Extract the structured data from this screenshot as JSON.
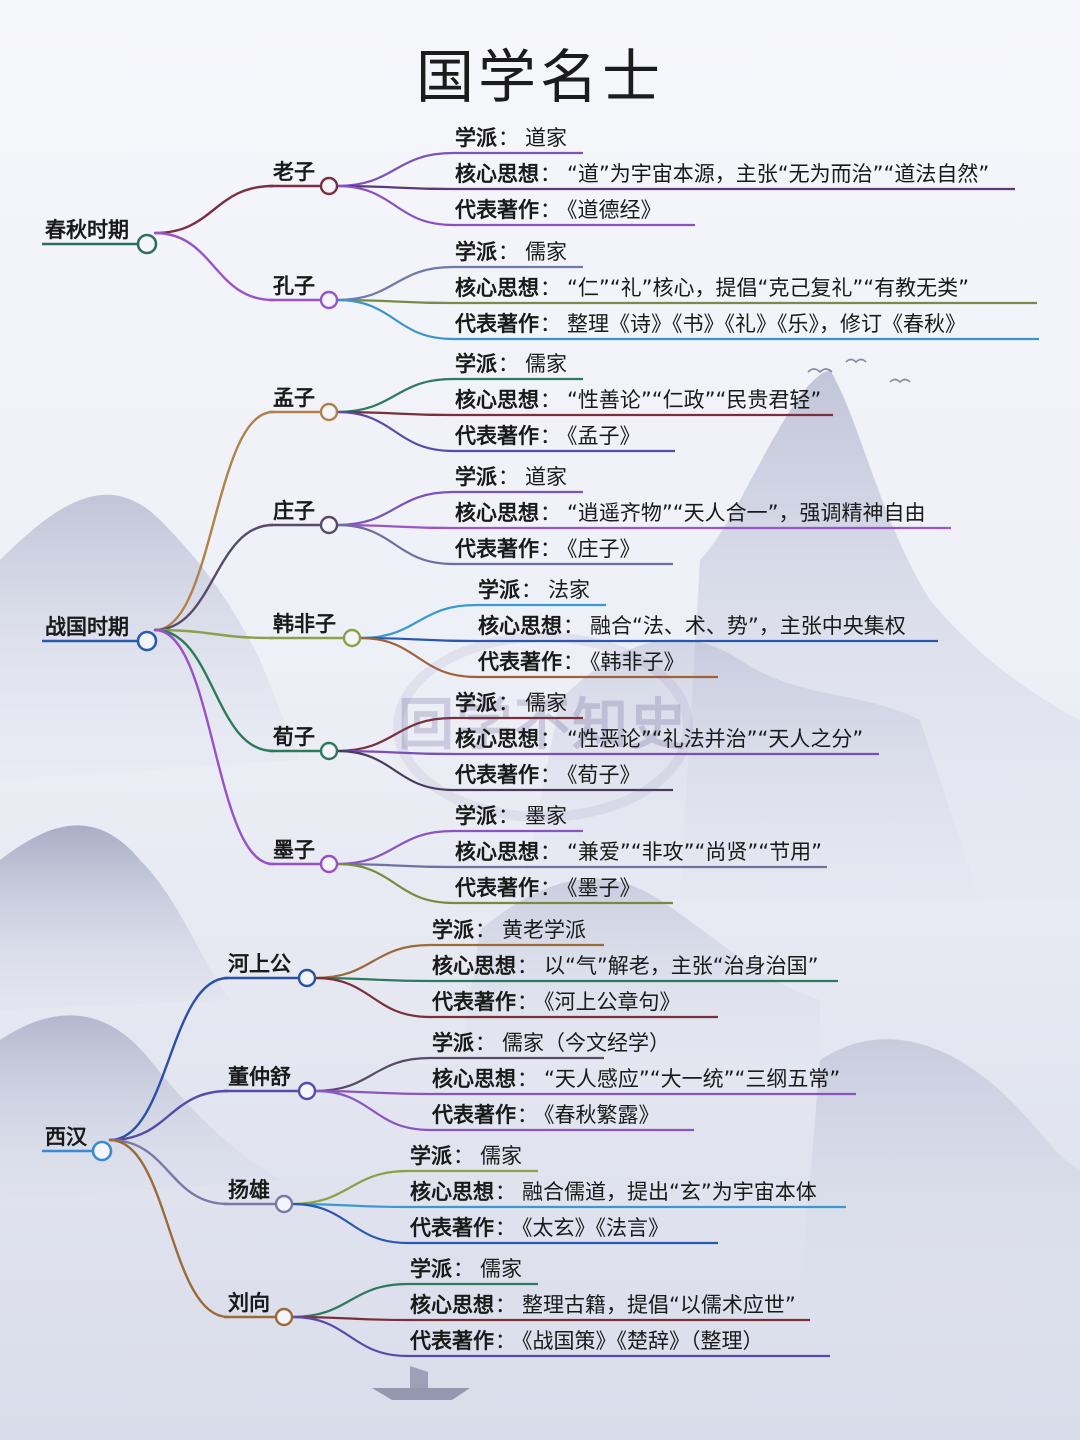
{
  "title": "国学名士",
  "labels": {
    "school": "学派",
    "thought": "核心思想",
    "works": "代表著作",
    "sep": "："
  },
  "eras": [
    {
      "name": "春秋时期",
      "color": "#2d6e5f",
      "people": [
        {
          "name": "老子",
          "school": "道家",
          "thought": "“道”为宇宙本源，主张“无为而治”“道法自然”",
          "works": "《道德经》",
          "branch": "#7a3040",
          "colors": [
            "#7a55b8",
            "#5a3a7a",
            "#8a4fc0"
          ]
        },
        {
          "name": "孔子",
          "school": "儒家",
          "thought": "“仁”“礼”核心，提倡“克己复礼”“有教无类”",
          "works": "整理《诗》《书》《礼》《乐》，修订《春秋》",
          "branch": "#9a52c8",
          "colors": [
            "#6e7aa8",
            "#7a8a4a",
            "#3a96c8"
          ]
        }
      ]
    },
    {
      "name": "战国时期",
      "color": "#2a5ab0",
      "people": [
        {
          "name": "孟子",
          "school": "儒家",
          "thought": "“性善论”“仁政”“民贵君轻”",
          "works": "《孟子》",
          "branch": "#b0824a",
          "colors": [
            "#2d7a60",
            "#7a2f3a",
            "#5a4aa8"
          ]
        },
        {
          "name": "庄子",
          "school": "道家",
          "thought": "“逍遥齐物”“天人合一”，强调精神自由",
          "works": "《庄子》",
          "branch": "#5a4a6a",
          "colors": [
            "#7a55b8",
            "#9a55c8",
            "#6a6ea0"
          ]
        },
        {
          "name": "韩非子",
          "school": "法家",
          "thought": "融合“法、术、势”，主张中央集权",
          "works": "《韩非子》",
          "branch": "#8aa04a",
          "colors": [
            "#3a9ad0",
            "#2a58b0",
            "#a0603a"
          ]
        },
        {
          "name": "荀子",
          "school": "儒家",
          "thought": "“性恶论”“礼法并治”“天人之分”",
          "works": "《荀子》",
          "branch": "#2d7a58",
          "colors": [
            "#7a2f3a",
            "#7a50b8",
            "#4a3a5a"
          ]
        },
        {
          "name": "墨子",
          "school": "墨家",
          "thought": "“兼爱”“非攻”“尚贤”“节用”",
          "works": "《墨子》",
          "branch": "#9a50c8",
          "colors": [
            "#8a55c0",
            "#6e72a0",
            "#7a8a3a"
          ]
        }
      ]
    },
    {
      "name": "西汉",
      "color": "#3a8ad0",
      "people": [
        {
          "name": "河上公",
          "school": "黄老学派",
          "thought": "以“气”解老，主张“治身治国”",
          "works": "《河上公章句》",
          "branch": "#2a50a8",
          "colors": [
            "#9a6a3a",
            "#2d7a60",
            "#7a2f3a"
          ]
        },
        {
          "name": "董仲舒",
          "school": "儒家（今文经学）",
          "thought": "“天人感应”“大一统”“三纲五常”",
          "works": "《春秋繁露》",
          "branch": "#5a4aa8",
          "colors": [
            "#5a4a6a",
            "#8a55c0",
            "#8a55c0"
          ]
        },
        {
          "name": "扬雄",
          "school": "儒家",
          "thought": "融合儒道，提出“玄”为宇宙本体",
          "works": "《太玄》《法言》",
          "branch": "#7a7aa8",
          "colors": [
            "#8aa04a",
            "#3a9ad0",
            "#2a58b0"
          ]
        },
        {
          "name": "刘向",
          "school": "儒家",
          "thought": "整理古籍，提倡“以儒术应世”",
          "works": "《战国策》《楚辞》（整理）",
          "branch": "#9a6a3a",
          "colors": [
            "#2d7a60",
            "#7a2f3a",
            "#5a4aa8"
          ]
        }
      ]
    }
  ],
  "watermark": "回学不知史"
}
